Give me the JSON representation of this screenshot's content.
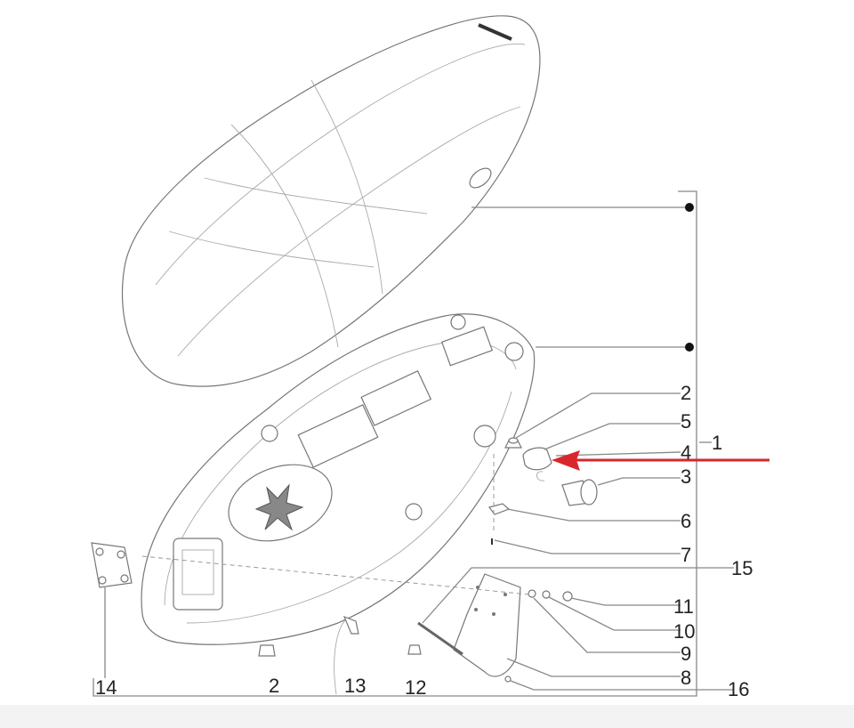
{
  "diagram": {
    "callouts": [
      {
        "id": "callout-1",
        "text": "1"
      },
      {
        "id": "callout-2a",
        "text": "2"
      },
      {
        "id": "callout-5",
        "text": "5"
      },
      {
        "id": "callout-4",
        "text": "4"
      },
      {
        "id": "callout-3",
        "text": "3"
      },
      {
        "id": "callout-6",
        "text": "6"
      },
      {
        "id": "callout-7",
        "text": "7"
      },
      {
        "id": "callout-15",
        "text": "15"
      },
      {
        "id": "callout-11",
        "text": "11"
      },
      {
        "id": "callout-10",
        "text": "10"
      },
      {
        "id": "callout-9",
        "text": "9"
      },
      {
        "id": "callout-8",
        "text": "8"
      },
      {
        "id": "callout-16",
        "text": "16"
      },
      {
        "id": "callout-14",
        "text": "14"
      },
      {
        "id": "callout-2b",
        "text": "2"
      },
      {
        "id": "callout-13",
        "text": "13"
      },
      {
        "id": "callout-12",
        "text": "12"
      }
    ],
    "highlight_arrow_color": "#d9262b",
    "line_color": "#888888"
  }
}
